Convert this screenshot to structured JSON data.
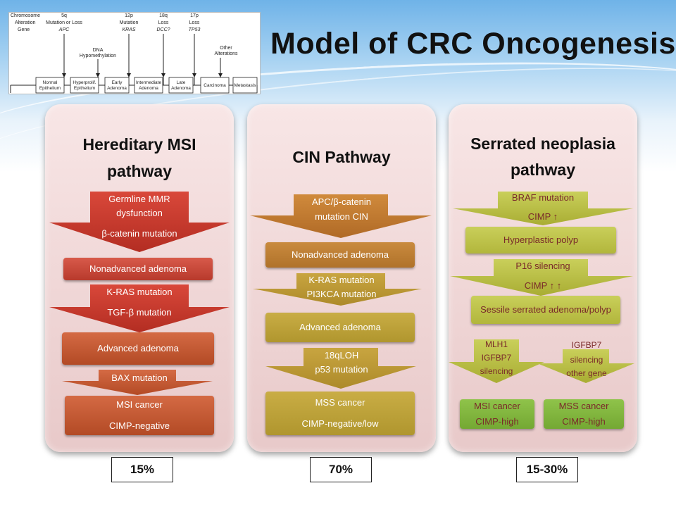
{
  "slide_title": "Model of CRC Oncogenesis",
  "thumbnail": {
    "row_labels": [
      "Chromosome",
      "Alteration",
      "Gene"
    ],
    "alterations": [
      {
        "chrom": "5q",
        "alt": "Mutation or Loss",
        "gene": "APC"
      },
      {
        "chrom": "12p",
        "alt": "Mutation",
        "gene": "KRAS"
      },
      {
        "chrom": "18q",
        "alt": "Loss",
        "gene": "DCC?"
      },
      {
        "chrom": "17p",
        "alt": "Loss",
        "gene": "TP53"
      }
    ],
    "dna_note_1": "DNA",
    "dna_note_2": "Hypomethylation",
    "other_1": "Other",
    "other_2": "Alterations",
    "stages": [
      [
        "Normal",
        "Epithelium"
      ],
      [
        "Hyperprolif.",
        "Epithelium"
      ],
      [
        "Early",
        "Adenoma"
      ],
      [
        "Intermediate",
        "Adenoma"
      ],
      [
        "Late",
        "Adenoma"
      ],
      [
        "Carcinoma",
        ""
      ],
      [
        "Metastasis",
        ""
      ]
    ]
  },
  "msi": {
    "title_1": "Hereditary MSI",
    "title_2": "pathway",
    "arrow1_l1": "Germline MMR",
    "arrow1_l2": "dysfunction",
    "arrow1_l3": "β-catenin mutation",
    "box1": "Nonadvanced adenoma",
    "arrow2_l1": "K-RAS mutation",
    "arrow2_l2": "TGF-β mutation",
    "box2": "Advanced adenoma",
    "arrow3_l1": "BAX mutation",
    "box3_l1": "MSI cancer",
    "box3_l2": "CIMP-negative",
    "pct": "15%"
  },
  "cin": {
    "title": "CIN Pathway",
    "arrow1_l1": "APC/β-catenin",
    "arrow1_l2": "mutation CIN",
    "box1": "Nonadvanced adenoma",
    "arrow2_l1": "K-RAS mutation",
    "arrow2_l2": "PI3KCA mutation",
    "box2": "Advanced adenoma",
    "arrow3_l1": "18qLOH",
    "arrow3_l2": "p53 mutation",
    "box3_l1": "MSS cancer",
    "box3_l2": "CIMP-negative/low",
    "pct": "70%"
  },
  "serrated": {
    "title_1": "Serrated neoplasia",
    "title_2": "pathway",
    "arrow1_l1": "BRAF mutation",
    "arrow1_l2": "CIMP ↑",
    "box1": "Hyperplastic polyp",
    "arrow2_l1": "P16 silencing",
    "arrow2_l2": "CIMP ↑ ↑",
    "box2": "Sessile serrated adenoma/polyp",
    "left_l1": "MLH1",
    "left_l2": "IGFBP7",
    "left_l3": "silencing",
    "right_l1": "IGFBP7",
    "right_l2": "silencing",
    "right_l3": "other gene",
    "box3a_l1": "MSI cancer",
    "box3a_l2": "CIMP-high",
    "box3b_l1": "MSS cancer",
    "box3b_l2": "CIMP-high",
    "pct": "15-30%"
  },
  "colors": {
    "msi_arrow": "#c0392b",
    "cin_arrow": "#c97a2e",
    "serrated_arrow": "#b9bd3e",
    "serrated_cancer": "#7cad38"
  }
}
